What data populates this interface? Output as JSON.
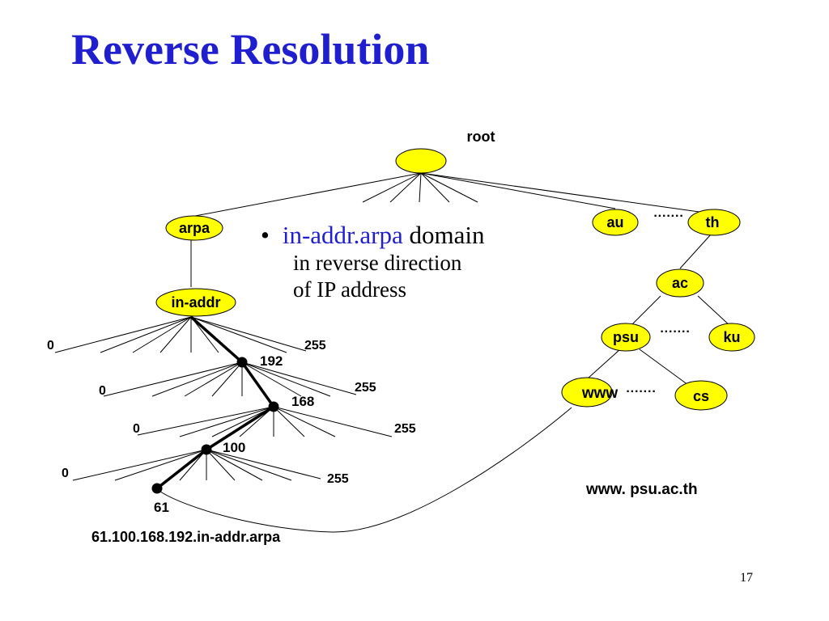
{
  "title": "Reverse Resolution",
  "bullet": {
    "highlight": "in-addr.arpa",
    "rest": "domain",
    "line2": "in reverse direction",
    "line3": "of IP address"
  },
  "nodes": {
    "root": "root",
    "arpa": "arpa",
    "in_addr": "in-addr",
    "au": "au",
    "th": "th",
    "ac": "ac",
    "psu": "psu",
    "ku": "ku",
    "www": "www",
    "cs": "cs"
  },
  "ellipsis": "·······",
  "levels": [
    {
      "selected": "192",
      "first": "0",
      "last": "255"
    },
    {
      "selected": "168",
      "first": "0",
      "last": "255"
    },
    {
      "selected": "100",
      "first": "0",
      "last": "255"
    },
    {
      "selected": "61",
      "first": "0",
      "last": "255"
    }
  ],
  "reverse_name": "61.100.168.192.in-addr.arpa",
  "forward_name": "www. psu.ac.th",
  "page_number": "17",
  "colors": {
    "node_fill": "#ffff00",
    "title": "#1f1fd0"
  }
}
